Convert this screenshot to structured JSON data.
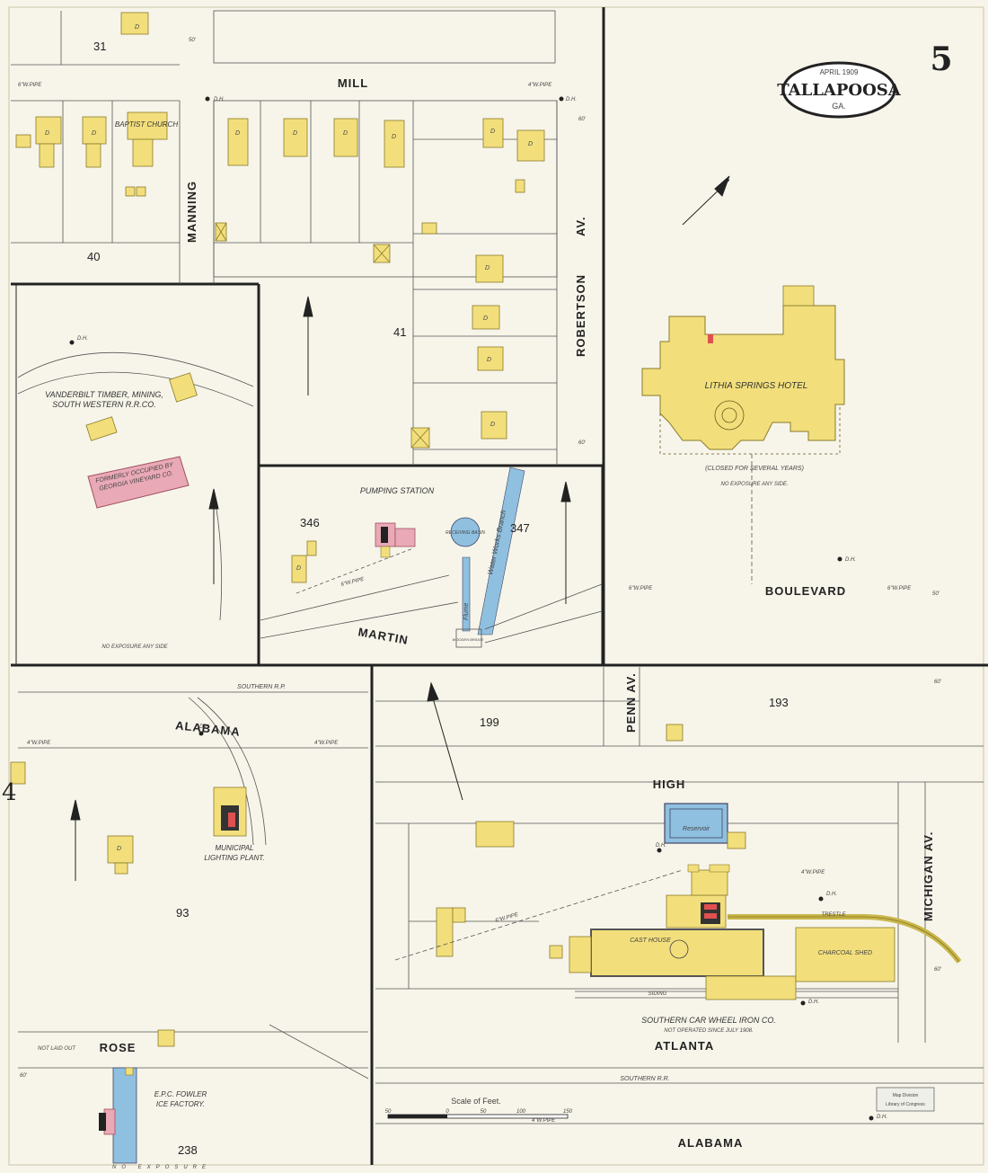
{
  "sheet": {
    "number": "5",
    "date": "APRIL 1909",
    "town": "TALLAPOOSA",
    "state": "GA."
  },
  "streets": {
    "mill": "MILL",
    "manning": "MANNING",
    "robertson": "ROBERTSON",
    "robertson_suffix": "AV.",
    "boulevard": "BOULEVARD",
    "martin": "MARTIN",
    "alabama_top": "ALABAMA",
    "alabama_bottom": "ALABAMA",
    "high": "HIGH",
    "penn": "PENN AV.",
    "michigan": "MICHIGAN AV.",
    "rose": "ROSE",
    "atlanta": "ATLANTA",
    "southern_rr": "SOUTHERN R.R.",
    "southern_rp": "SOUTHERN R.P.",
    "siding": "SIDING",
    "trestle": "TRESTLE"
  },
  "blocks": [
    "31",
    "40",
    "41",
    "346",
    "347",
    "193",
    "199",
    "93",
    "238",
    "4"
  ],
  "labels": {
    "baptist": "BAPTIST CHURCH",
    "hotel": "LITHIA SPRINGS HOTEL",
    "hotel_note": "(CLOSED FOR SEVERAL YEARS)",
    "hotel_exposure": "NO EXPOSURE ANY SIDE.",
    "vanderbilt_1": "VANDERBILT TIMBER, MINING,",
    "vanderbilt_2": "SOUTH WESTERN R.R.CO.",
    "formerly_1": "FORMERLY OCCUPIED BY",
    "formerly_2": "GEORGIA VINEYARD CO.",
    "pumping": "PUMPING STATION",
    "receiving": "RECEIVING BASIN",
    "water_works": "Water Works Branch",
    "flume": "Flume",
    "wooden_bridge": "WOODEN BRIDGE",
    "municipal_1": "MUNICIPAL",
    "municipal_2": "LIGHTING PLANT.",
    "ice_1": "E.P.C. FOWLER",
    "ice_2": "ICE FACTORY.",
    "reservoir": "Reservoir",
    "cast_house": "CAST HOUSE",
    "charcoal": "CHARCOAL SHED",
    "southern_car_1": "SOUTHERN CAR WHEEL IRON CO.",
    "southern_car_2": "NOT OPERATED SINCE JULY 1908.",
    "no_exposure": "NO EXPOSURE ANY SIDE",
    "no_exposure_bottom": "NO EXPOSURE",
    "scale": "Scale of Feet.",
    "stamp_1": "Map Division",
    "stamp_2": "Library of Congress",
    "wpipe_4": "4\"W.PIPE",
    "wpipe_6": "6\"W.PIPE",
    "dim_50": "50'",
    "dim_60": "60'",
    "not_laid_out": "NOT LAID OUT",
    "house_d": "D",
    "dh": "D.H."
  },
  "scale_ticks": [
    "50",
    "0",
    "50",
    "100",
    "150"
  ],
  "colors": {
    "paper": "#f7f5ea",
    "frame": "#c8c4b0",
    "frame_yellow": "#f2df7c",
    "pink": "#e9a9b6",
    "blue": "#8fc0e0",
    "ink": "#222222"
  }
}
